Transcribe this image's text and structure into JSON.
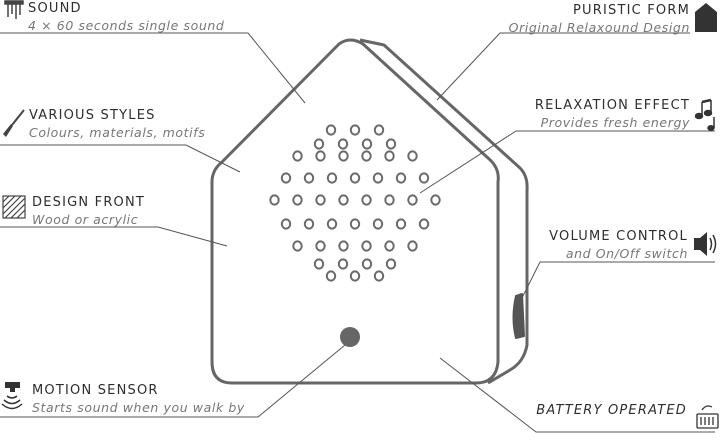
{
  "features": {
    "sound": {
      "title": "SOUND",
      "subtitle": "4 × 60 seconds single sound",
      "icon": "wind-chime-icon"
    },
    "puristic_form": {
      "title": "PURISTIC FORM",
      "subtitle": "Original Relaxound Design",
      "icon": "house-shape-icon"
    },
    "various_styles": {
      "title": "VARIOUS STYLES",
      "subtitle": "Colours, materials, motifs",
      "icon": "paintbrush-icon"
    },
    "relaxation_effect": {
      "title": "RELAXATION EFFECT",
      "subtitle": "Provides fresh energy",
      "icon": "music-notes-icon"
    },
    "design_front": {
      "title": "DESIGN FRONT",
      "subtitle": "Wood or acrylic",
      "icon": "hatched-square-icon"
    },
    "volume_control": {
      "title": "VOLUME CONTROL",
      "subtitle": "and On/Off switch",
      "icon": "speaker-icon"
    },
    "motion_sensor": {
      "title": "MOTION SENSOR",
      "subtitle": "Starts sound when you walk by",
      "icon": "motion-sensor-icon"
    },
    "battery_operated": {
      "title": "BATTERY OPERATED",
      "icon": "battery-icon"
    }
  },
  "colors": {
    "outline": "#666666",
    "text": "#3a3a3a",
    "subtext": "#777777",
    "sensor": "#666666"
  }
}
